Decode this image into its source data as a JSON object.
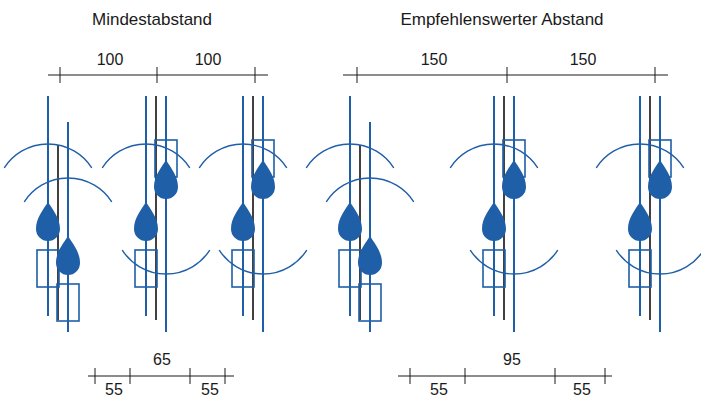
{
  "diagram": {
    "labels": [
      "Mindestabstand",
      "Empfehlenswerter Abstand",
      "100",
      "100",
      "150",
      "150",
      "65",
      "55",
      "55",
      "95",
      "55",
      "55"
    ]
  }
}
